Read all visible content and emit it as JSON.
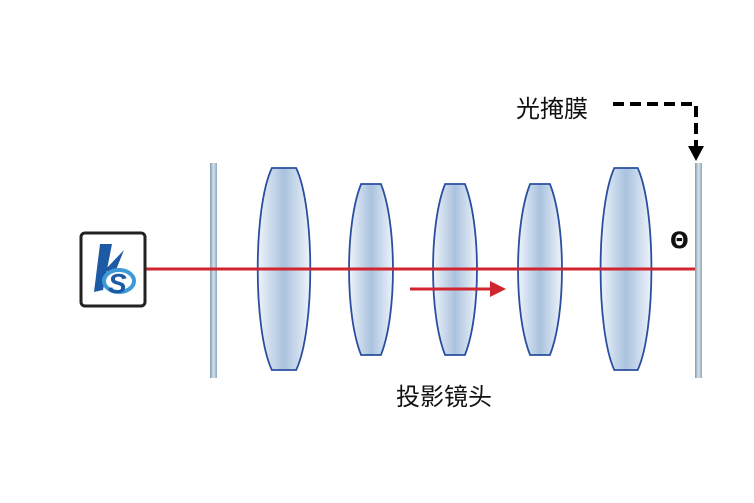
{
  "labels": {
    "photomask": "光掩膜",
    "projection_lens": "投影镜头",
    "angle_symbol": "Θ"
  },
  "logo": {
    "text": "kS"
  },
  "colors": {
    "beam": "#d0242f",
    "lens_stroke": "#2a4fa0",
    "plate": "#9fb6c6",
    "logo_blue": "#1d5aa6",
    "logo_light": "#3d9ad6"
  }
}
